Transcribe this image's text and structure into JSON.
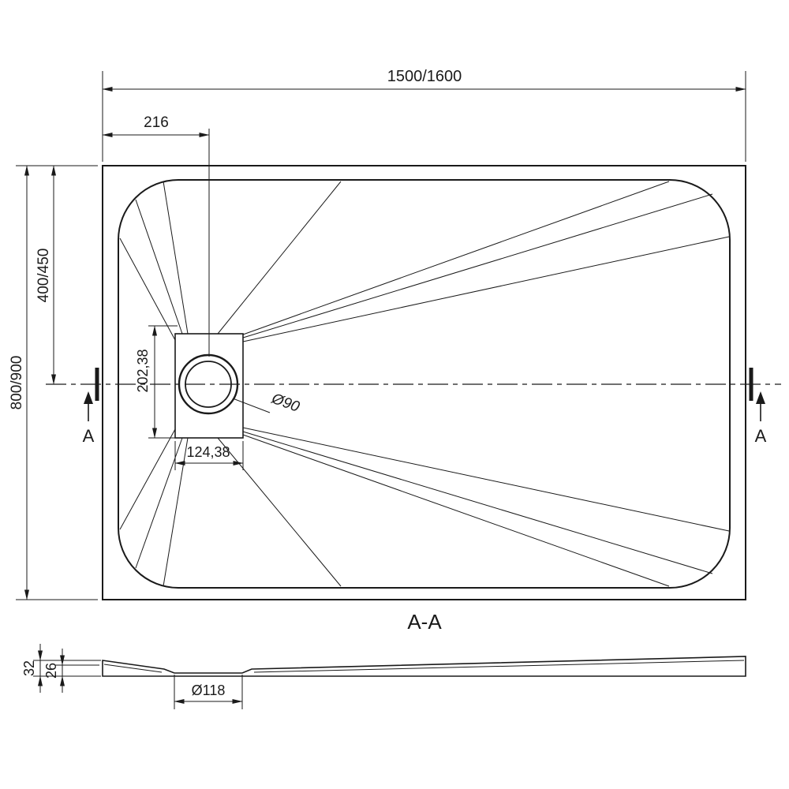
{
  "colors": {
    "line": "#1a1a1a",
    "background": "#ffffff"
  },
  "labels": {
    "width_top": "1500/1600",
    "drain_offset": "216",
    "height_left": "800/900",
    "half_height": "400/450",
    "drain_vertical": "202,38",
    "drain_horizontal": "124,38",
    "drain_diameter": "Ø90",
    "cut_marker_left": "A",
    "cut_marker_right": "A",
    "section_title": "A-A",
    "section_total_height": "32",
    "section_inner_height": "26",
    "section_drain_diameter": "Ø118"
  }
}
